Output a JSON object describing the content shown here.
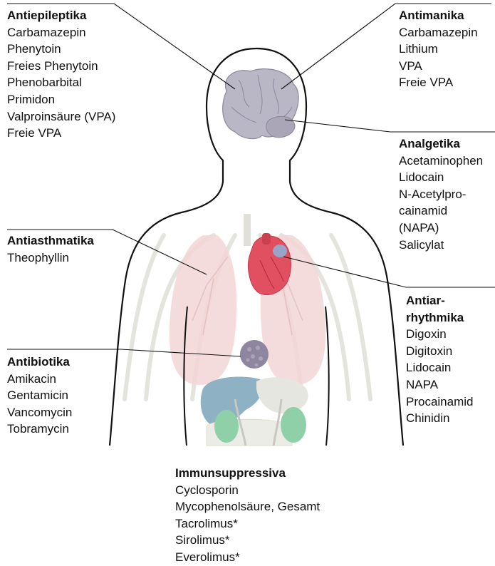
{
  "colors": {
    "outline": "#111111",
    "brain": "#b9b6c6",
    "lungs": "#f3d6d6",
    "heart": "#e05060",
    "liver": "#8fb1c4",
    "kidneys": "#8fd0a8",
    "stomach_node": "#8e86a0",
    "vessels": "#dcdcd6"
  },
  "groups": {
    "antiepileptika": {
      "title": "Antiepileptika",
      "items": [
        "Carbamazepin",
        "Phenytoin",
        "Freies Phenytoin",
        "Phenobarbital",
        "Primidon",
        "Valproinsäure (VPA)",
        "Freie VPA"
      ]
    },
    "antimanika": {
      "title": "Antimanika",
      "items": [
        "Carbamazepin",
        "Lithium",
        "VPA",
        "Freie VPA"
      ]
    },
    "analgetika": {
      "title": "Analgetika",
      "items": [
        "Acetaminophen",
        "Lidocain",
        "N-Acetylpro-",
        "cainamid",
        "(NAPA)",
        "Salicylat"
      ]
    },
    "antiasthmatika": {
      "title": "Antiasthmatika",
      "items": [
        "Theophyllin"
      ]
    },
    "antiarrhythmika": {
      "title_line1": "Antiar-",
      "title_line2": "rhythmika",
      "items": [
        "Digoxin",
        "Digitoxin",
        "Lidocain",
        "NAPA",
        "Procainamid",
        "Chinidin"
      ]
    },
    "antibiotika": {
      "title": "Antibiotika",
      "items": [
        "Amikacin",
        "Gentamicin",
        "Vancomycin",
        "Tobramycin"
      ]
    },
    "immunsuppressiva": {
      "title": "Immunsuppressiva",
      "items": [
        "Cyclosporin",
        "Mycophenolsäure, Gesamt",
        "Tacrolimus*",
        "Sirolimus*",
        "Everolimus*"
      ]
    }
  }
}
